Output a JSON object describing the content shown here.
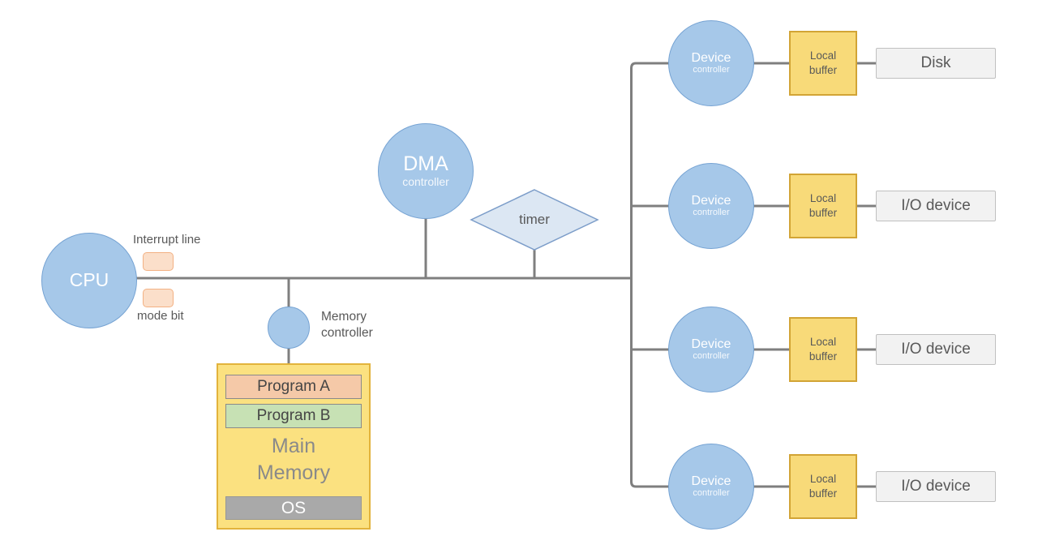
{
  "palette": {
    "node_blue_fill": "#a6c8e9",
    "node_blue_border": "#76a3d3",
    "diamond_fill": "#dce7f3",
    "diamond_border": "#7c9dc9",
    "memory_fill": "#fbe180",
    "memory_border": "#e2b33c",
    "buffer_fill": "#f8da79",
    "buffer_border": "#d2a435",
    "program_a_fill": "#f5c9a8",
    "program_b_fill": "#c7e1b4",
    "program_border": "#8a8a8a",
    "os_fill": "#a9a9a9",
    "device_box_fill": "#f2f2f2",
    "device_box_border": "#c0c0c0",
    "flag_fill": "#fbdfca",
    "flag_border": "#f3b183",
    "wire_gray": "#7f7f7f",
    "text_gray": "#595959",
    "text_white": "#ffffff"
  },
  "cpu": {
    "label": "CPU"
  },
  "bus": {
    "interrupt_label": "Interrupt line",
    "mode_bit_label": "mode bit"
  },
  "dma": {
    "title": "DMA",
    "subtitle": "controller"
  },
  "timer": {
    "label": "timer"
  },
  "memory": {
    "controller_label": "Memory\ncontroller",
    "program_a": "Program A",
    "program_b": "Program B",
    "title": "Main\nMemory",
    "os": "OS"
  },
  "device_rows": [
    {
      "controller_title": "Device",
      "controller_subtitle": "controller",
      "buffer_label": "Local\nbuffer",
      "device_label": "Disk"
    },
    {
      "controller_title": "Device",
      "controller_subtitle": "controller",
      "buffer_label": "Local\nbuffer",
      "device_label": "I/O device"
    },
    {
      "controller_title": "Device",
      "controller_subtitle": "controller",
      "buffer_label": "Local\nbuffer",
      "device_label": "I/O device"
    },
    {
      "controller_title": "Device",
      "controller_subtitle": "controller",
      "buffer_label": "Local\nbuffer",
      "device_label": "I/O device"
    }
  ]
}
